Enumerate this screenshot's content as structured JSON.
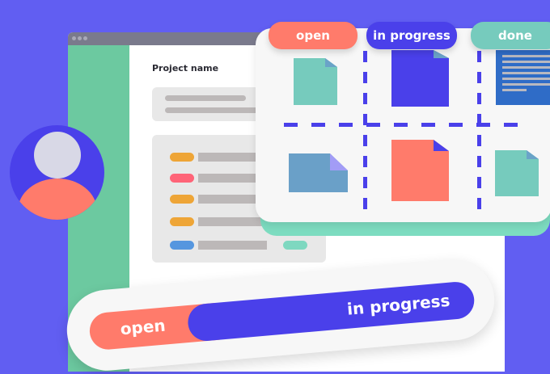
{
  "project": {
    "title": "Project name"
  },
  "board": {
    "columns": [
      {
        "label": "open",
        "color": "#ff7b6b"
      },
      {
        "label": "in progress",
        "color": "#4a40ea"
      },
      {
        "label": "done",
        "color": "#76cbbd"
      }
    ]
  },
  "progress": {
    "open_label": "open",
    "in_progress_label": "in progress"
  },
  "list": {
    "status_colors": [
      "#eea537",
      "#ff6478",
      "#eea537",
      "#eea537",
      "#5596df"
    ]
  },
  "icons": [
    "avatar-icon",
    "document-icon"
  ]
}
